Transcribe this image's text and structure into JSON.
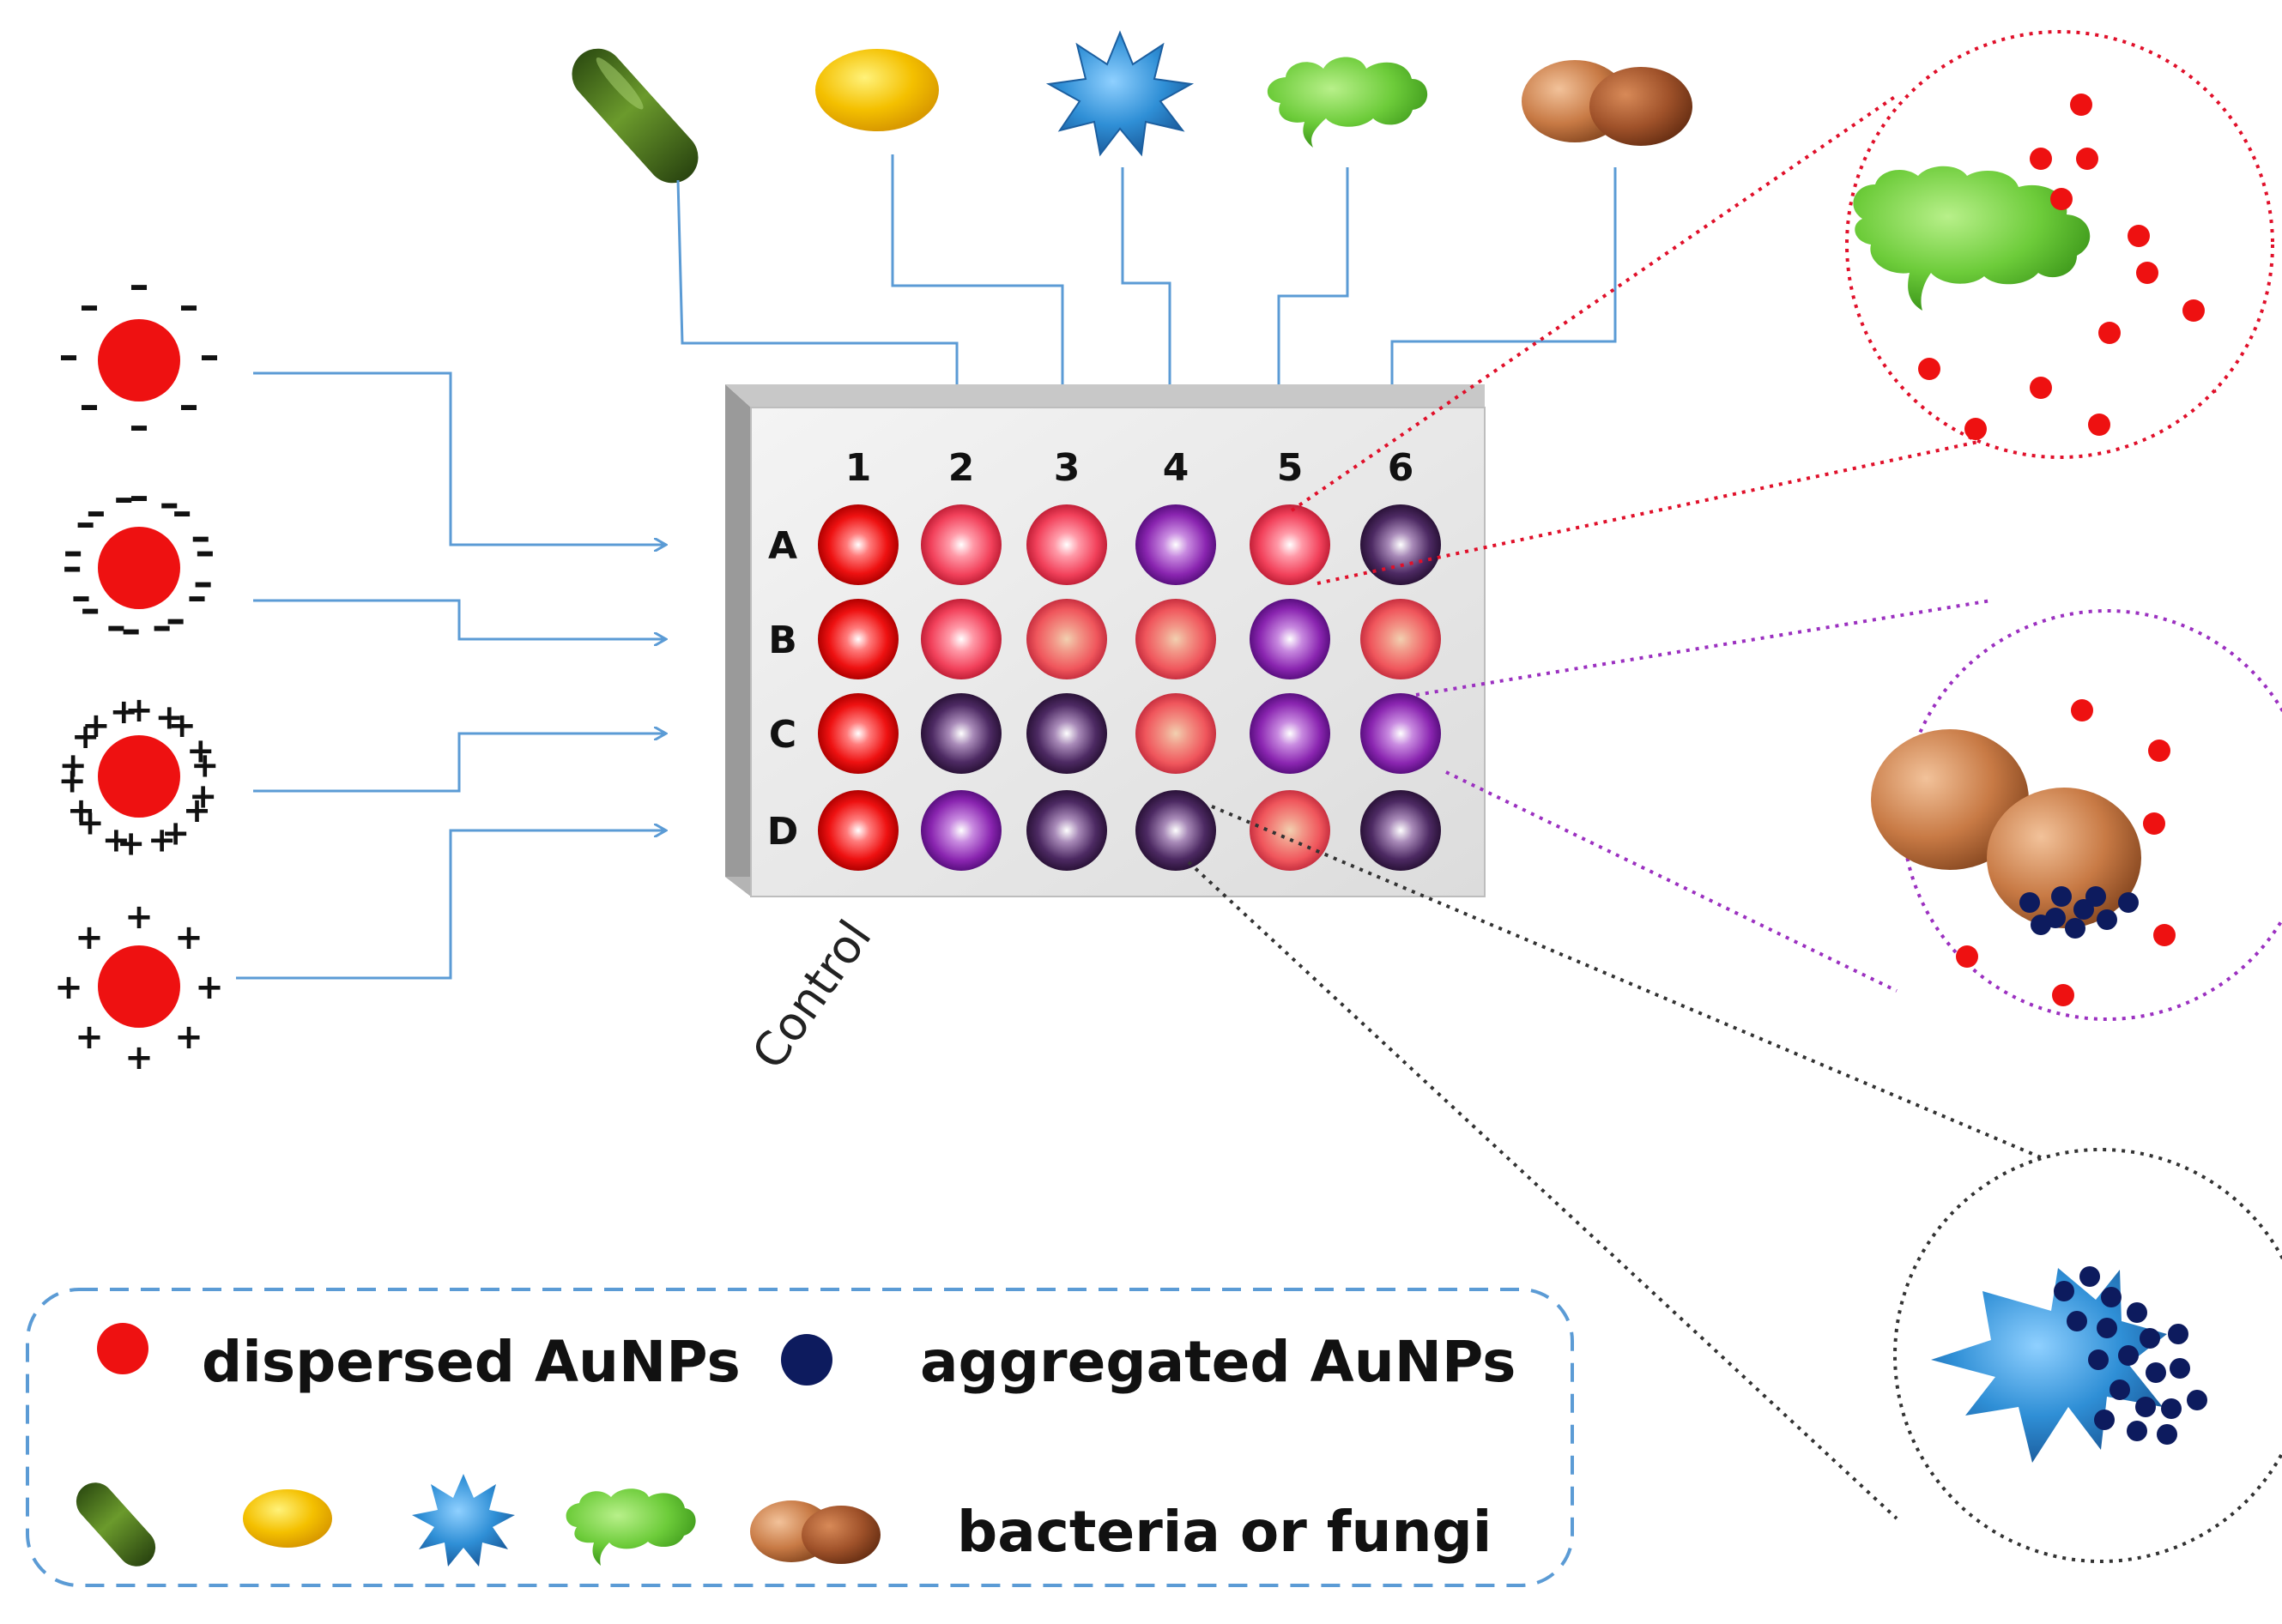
{
  "plate": {
    "columns": [
      "1",
      "2",
      "3",
      "4",
      "5",
      "6"
    ],
    "rows": [
      "A",
      "B",
      "C",
      "D"
    ],
    "wells": [
      [
        "red",
        "pink",
        "pink",
        "purple",
        "pink",
        "dark"
      ],
      [
        "red",
        "pink",
        "salmon",
        "salmon",
        "purple",
        "salmon"
      ],
      [
        "red",
        "dark",
        "dark",
        "salmon",
        "purple",
        "purple"
      ],
      [
        "red",
        "purple",
        "dark",
        "dark",
        "salmon",
        "dark"
      ]
    ],
    "control_label": "Control"
  },
  "nanoparticles": [
    {
      "id": "np-1",
      "charge": "-",
      "density": "low"
    },
    {
      "id": "np-2",
      "charge": "-",
      "density": "high"
    },
    {
      "id": "np-3",
      "charge": "+",
      "density": "high"
    },
    {
      "id": "np-4",
      "charge": "+",
      "density": "low"
    }
  ],
  "microbes": [
    {
      "id": "rod",
      "icon": "rod-bacterium-icon",
      "color": "#4f7a22",
      "target_column": "2"
    },
    {
      "id": "ellipse",
      "icon": "yellow-cell-icon",
      "color": "#f2b705",
      "target_column": "3"
    },
    {
      "id": "star",
      "icon": "blue-spiky-cell-icon",
      "color": "#2f8fd6",
      "target_column": "4"
    },
    {
      "id": "cloud",
      "icon": "green-fungus-icon",
      "color": "#6dcc3a",
      "target_column": "5"
    },
    {
      "id": "double",
      "icon": "budding-yeast-icon",
      "color": "#b86a3a",
      "target_column": "6"
    }
  ],
  "well_colors": {
    "red": "#ef1010",
    "pink": "#f24a62",
    "salmon": "#f06a6a",
    "purple": "#8a25b0",
    "dark": "#4d2a63"
  },
  "colors": {
    "dispersed": "#ee1111",
    "aggregated": "#0d1b5e",
    "arrow": "#5b9bd5",
    "red_callout": "#e0102a",
    "purple_callout": "#9b30c0",
    "black_callout": "#333333"
  },
  "legend": {
    "dispersed_label": "dispersed AuNPs",
    "aggregated_label": "aggregated AuNPs",
    "microbes_label": "bacteria or fungi"
  }
}
